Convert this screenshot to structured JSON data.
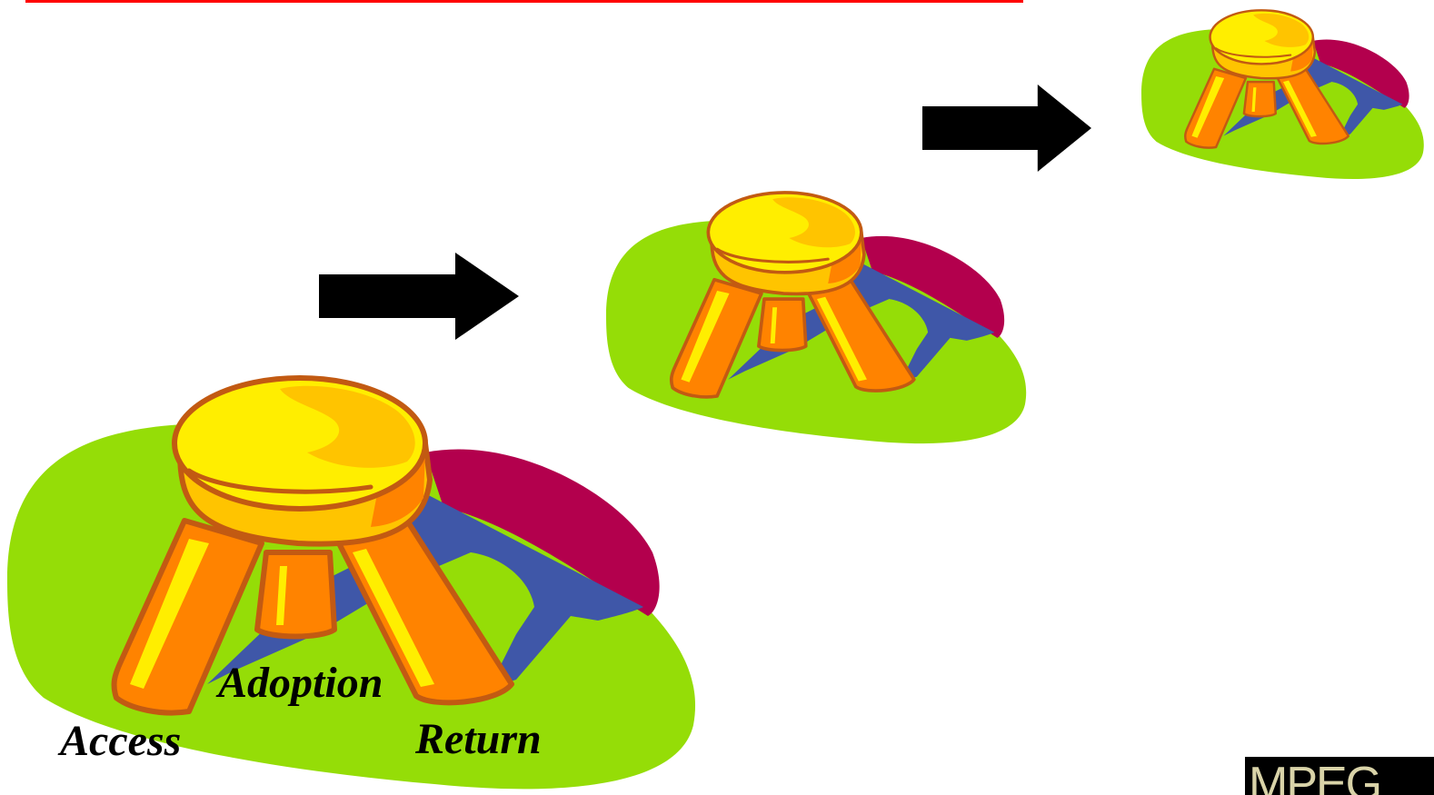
{
  "labels": {
    "access": "Access",
    "adoption": "Adoption",
    "return": "Return"
  },
  "logo": {
    "text": "MPEG"
  },
  "colors": {
    "grass": "#95dd07",
    "seat_yellow": "#ffee00",
    "seat_gold": "#ffc400",
    "leg_orange": "#ff8300",
    "outline": "#c25a12",
    "shadow_blue": "#3f57a8",
    "shadow_crimson": "#b3004d",
    "arrow": "#000000",
    "rule_red": "#ff0000"
  },
  "icons": [
    "three-legged-stool-icon",
    "right-arrow-icon"
  ]
}
